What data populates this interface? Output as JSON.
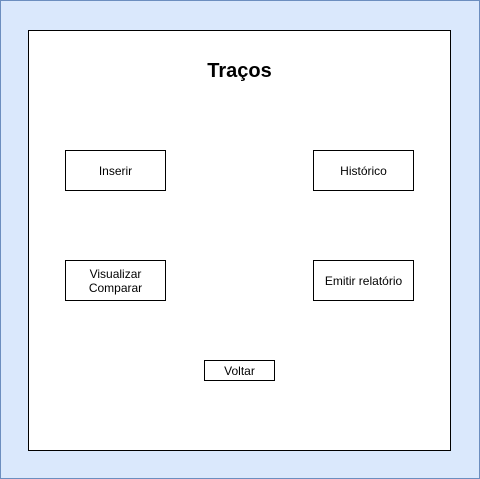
{
  "screen": {
    "title": "Traços"
  },
  "buttons": {
    "inserir": "Inserir",
    "historico": "Histórico",
    "visualizar_line1": "Visualizar",
    "visualizar_line2": "Comparar",
    "emitir_relatorio": "Emitir relatório",
    "voltar": "Voltar"
  },
  "colors": {
    "background": "#dae8fc",
    "panel": "#ffffff",
    "border": "#000000"
  }
}
